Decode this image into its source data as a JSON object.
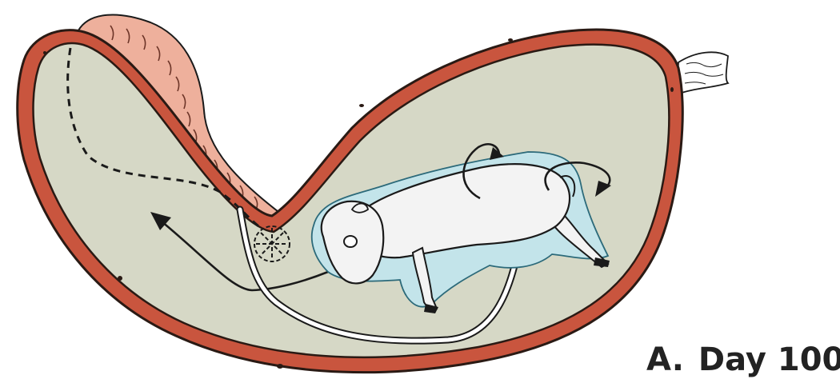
{
  "caption": {
    "letter": "A.",
    "label": "Day 100"
  },
  "colors": {
    "uterine_wall": "#c9553e",
    "uterine_wall_outline": "#2a1a14",
    "cavity_fill": "#d6d8c6",
    "cervix_horn_fill": "#eeb09c",
    "amnion_fill": "#c3e4ea",
    "fetus_fill": "#f3f3f3",
    "cord": "#ffffff",
    "line": "#1a1a1a"
  },
  "figure": {
    "structures": [
      "uterus-wall",
      "uterine-cavity",
      "uterine-horn",
      "broad-ligament-stub",
      "amniotic-sac",
      "fetus",
      "umbilical-cord",
      "placentome",
      "rotation-arrows",
      "migration-arrow",
      "dashed-path"
    ]
  }
}
